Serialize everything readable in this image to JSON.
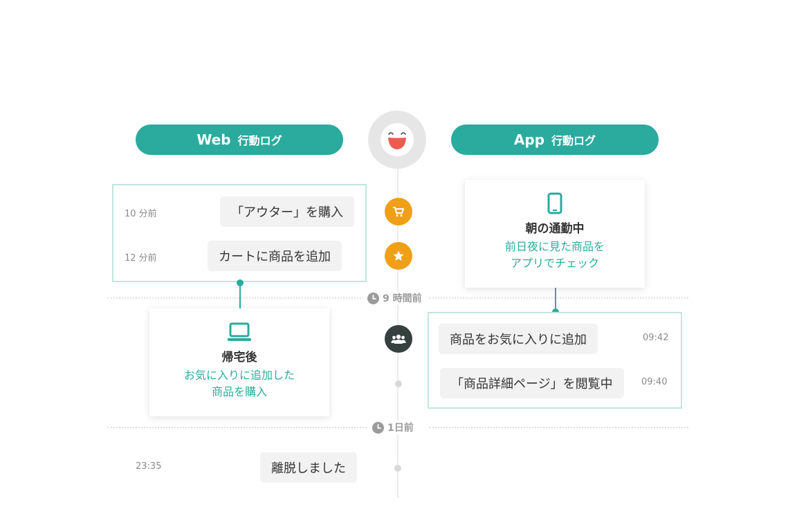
{
  "headers": {
    "web": {
      "main": "Web",
      "sub": "行動ログ"
    },
    "app": {
      "main": "App",
      "sub": "行動ログ"
    }
  },
  "separators": {
    "hours": "9 時間前",
    "day": "1日前"
  },
  "web_log": [
    {
      "time": "10 分前",
      "action": "「アウター」を購入"
    },
    {
      "time": "12 分前",
      "action": "カートに商品を追加"
    }
  ],
  "web_card": {
    "icon": "laptop-icon",
    "title": "帰宅後",
    "desc_line1": "お気に入りに追加した",
    "desc_line2": "商品を購入"
  },
  "app_card": {
    "icon": "smartphone-icon",
    "title": "朝の通勤中",
    "desc_line1": "前日夜に見た商品を",
    "desc_line2": "アプリでチェック"
  },
  "app_log": [
    {
      "time": "09:42",
      "action": "商品をお気に入りに追加"
    },
    {
      "time": "09:40",
      "action": "「商品詳細ページ」を閲覧中"
    }
  ],
  "web_log_day": {
    "time": "23:35",
    "action": "離脱しました"
  },
  "timeline_icons": [
    "cart-icon",
    "star-icon",
    "group-icon"
  ],
  "colors": {
    "teal": "#2aab9e",
    "orange": "#f0a018",
    "dark": "#36403e",
    "face_red": "#f05a4f"
  }
}
